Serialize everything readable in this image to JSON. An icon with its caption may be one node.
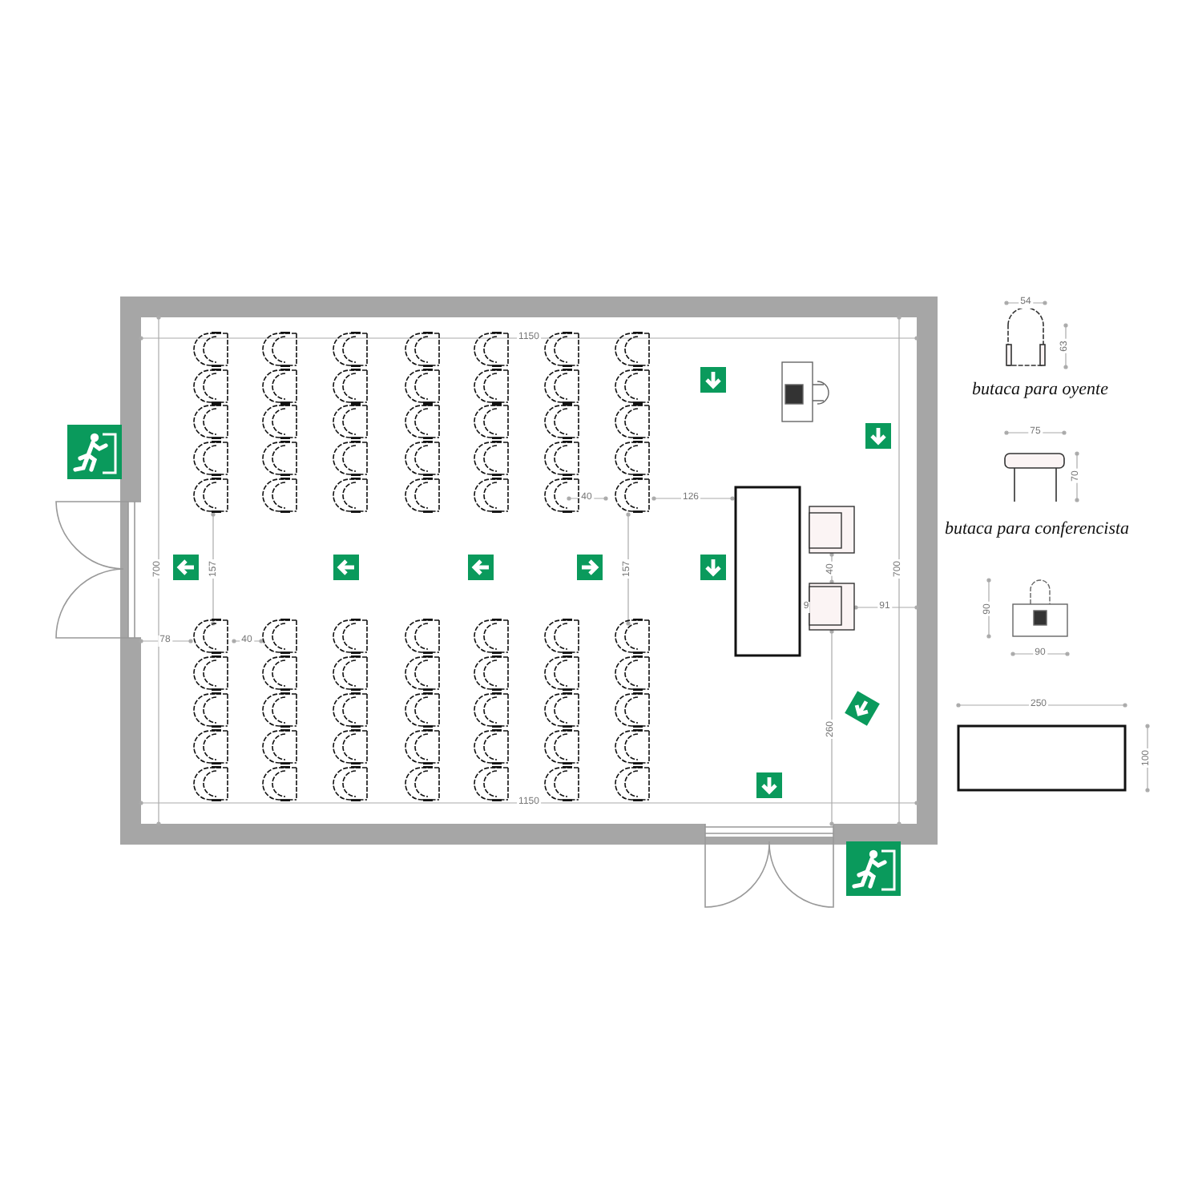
{
  "diagram": {
    "nodes": [
      {
        "text": [],
        "shape": "box"
      },
      {
        "text": [],
        "shape": "box"
      }
    ],
    "labels": [
      "54",
      "1150",
      "63",
      "butaca para oyente",
      "75",
      "70",
      "40",
      "126",
      "butaca para conferencista",
      "700",
      "157",
      "157",
      "40",
      "700",
      "9",
      "91",
      "90",
      "78",
      "40",
      "90",
      "250",
      "260",
      "100",
      "1150"
    ]
  }
}
